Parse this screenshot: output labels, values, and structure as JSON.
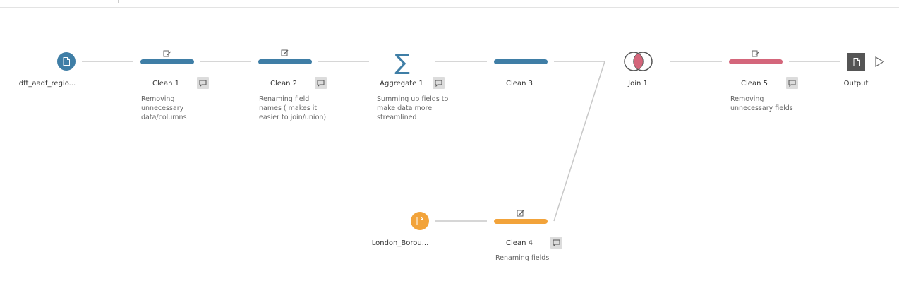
{
  "flow": {
    "nodes": {
      "input1": {
        "label": "dft_aadf_regio...",
        "icon": "file-icon",
        "color": "#3f7ea6"
      },
      "clean1": {
        "label": "Clean 1",
        "description": "Removing\nunnecessary\ndata/columns",
        "color": "#3f7ea6"
      },
      "clean2": {
        "label": "Clean 2",
        "description": "Renaming field\nnames ( makes it\neasier to join/union)",
        "color": "#3f7ea6"
      },
      "aggregate1": {
        "label": "Aggregate 1",
        "description": "Summing up fields to\nmake data more\nstreamlined",
        "color": "#3f7ea6"
      },
      "clean3": {
        "label": "Clean 3",
        "color": "#3f7ea6"
      },
      "join1": {
        "label": "Join 1",
        "color": "#d4667b"
      },
      "clean5": {
        "label": "Clean 5",
        "description": "Removing\nunnecessary fields",
        "color": "#d4667b"
      },
      "output": {
        "label": "Output",
        "color": "#555555"
      },
      "input2": {
        "label": "London_Borou...",
        "icon": "file-icon",
        "color": "#f2a33a"
      },
      "clean4": {
        "label": "Clean 4",
        "description": "Renaming fields",
        "color": "#f2a33a"
      }
    }
  }
}
